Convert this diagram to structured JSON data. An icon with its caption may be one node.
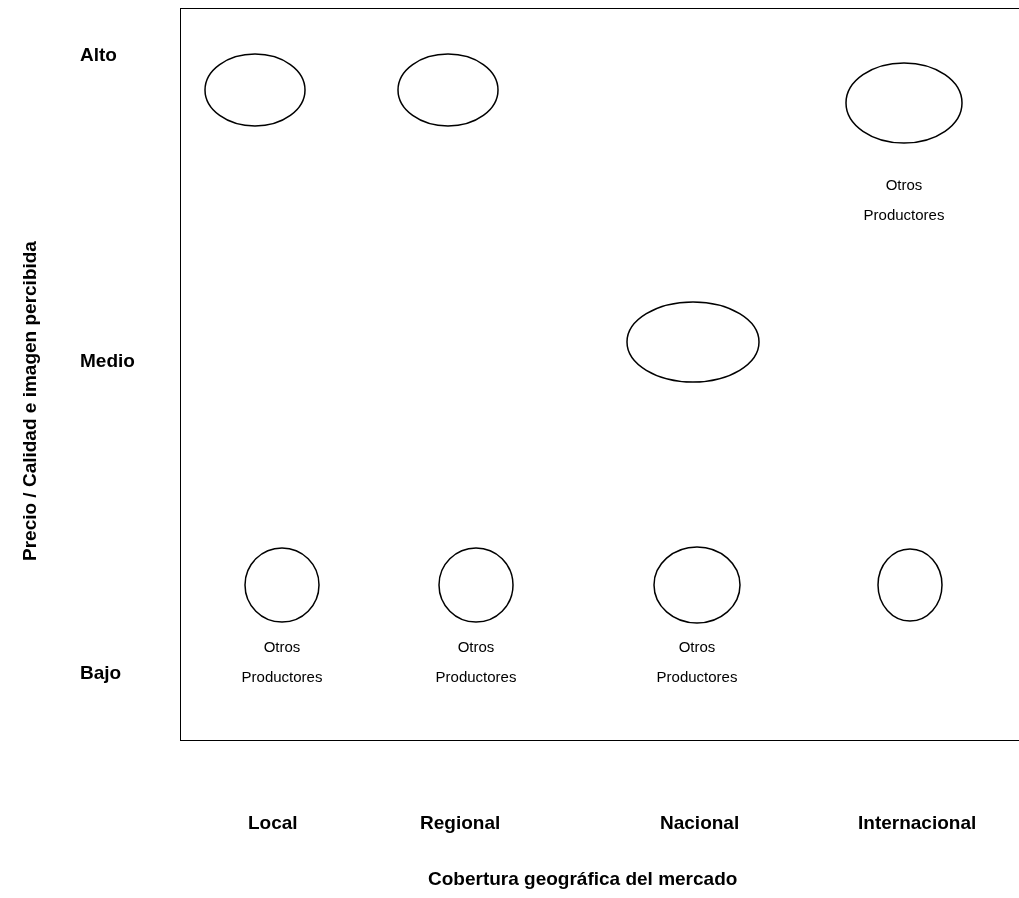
{
  "diagram": {
    "nodes": [
      {
        "text": [],
        "shape": "circle"
      },
      {
        "text": [],
        "shape": "circle"
      },
      {
        "text": [
          "Otros Productores"
        ]
      },
      {
        "text": [],
        "shape": "circle"
      },
      {
        "text": [
          "Otros Productores"
        ]
      },
      {
        "text": [
          "Otros Productores"
        ]
      },
      {
        "text": [
          "Otros Productores"
        ]
      },
      {
        "text": [],
        "shape": "circle"
      }
    ],
    "edges": [],
    "labels": [
      "Alto",
      "Precio / Calidad e imagen percibida",
      "Medio",
      "Bajo",
      "Local",
      "Regional",
      "Nacional",
      "Internacional",
      "Cobertura geográfica del mercado"
    ]
  }
}
